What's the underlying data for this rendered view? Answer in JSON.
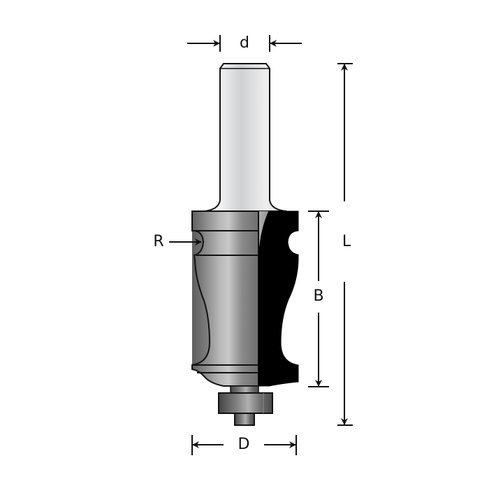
{
  "diagram": {
    "title": "Router bit dimension diagram",
    "subject": "Architectural molding router bit with bottom bearing",
    "colors": {
      "background": "#ffffff",
      "outline": "#111111",
      "cutter_carbide": "#000000",
      "shank_light": "#f2f2f2",
      "shank_mid": "#d0d2d4",
      "body_dark": "#6a6a6a",
      "body_light": "#c4c4c4",
      "dimension_line": "#111111"
    },
    "dimensions": {
      "d": {
        "label": "d",
        "meaning": "shank diameter",
        "orientation": "horizontal"
      },
      "L": {
        "label": "L",
        "meaning": "overall length",
        "orientation": "vertical"
      },
      "B": {
        "label": "B",
        "meaning": "cutting length",
        "orientation": "vertical"
      },
      "D": {
        "label": "D",
        "meaning": "cutting diameter",
        "orientation": "horizontal"
      },
      "R": {
        "label": "R",
        "meaning": "cove radius",
        "orientation": "pointer"
      }
    },
    "parts": [
      "shank",
      "body",
      "carbide-cutter",
      "bearing",
      "bearing-screw"
    ]
  }
}
